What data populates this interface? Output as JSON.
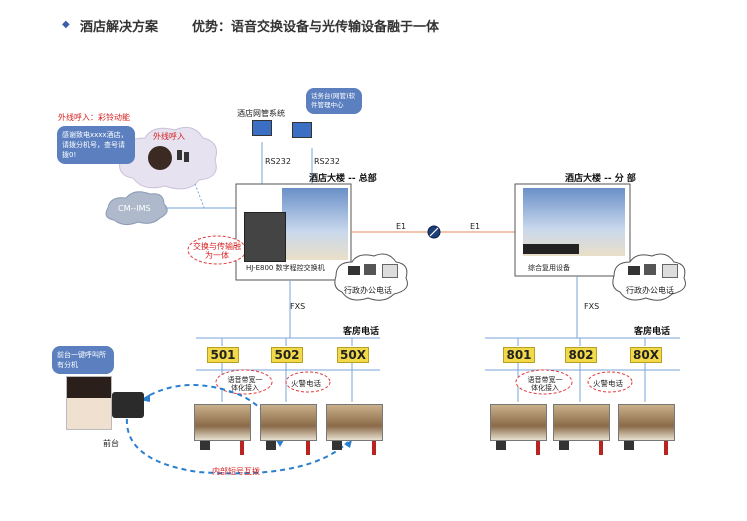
{
  "header": {
    "title": "酒店解决方案",
    "advantage": "优势：语音交换设备与光传输设备融于一体"
  },
  "outside": {
    "label": "外线呼入：彩铃动能",
    "greeting": "感谢致电xxxx酒店，请拨分机号，查号请拨0!",
    "call_in": "外线呼入",
    "cm_ims": "CM--IMS"
  },
  "network": {
    "hotel_mgmt": "酒店网管系统",
    "voice_center": "话务台(网管)软件管理中心",
    "rs232_a": "RS232",
    "rs232_b": "RS232"
  },
  "hq": {
    "title": "酒店大楼 -- 总部",
    "switch": "HJ-E800 数字程控交换机",
    "exchange": "交换与传输融为一体",
    "office": "行政办公电话",
    "fxs": "FXS",
    "guest": "客房电话",
    "rooms": [
      "501",
      "502",
      "50X"
    ],
    "voice": "语音带宽一体化接入",
    "fire": "火警电话",
    "internal": "内部短号互拨"
  },
  "link": {
    "e1_left": "E1",
    "e1_right": "E1"
  },
  "branch": {
    "title": "酒店大楼 -- 分 部",
    "device": "综合复用设备",
    "office": "行政办公电话",
    "fxs": "FXS",
    "guest": "客房电话",
    "rooms": [
      "801",
      "802",
      "80X"
    ],
    "voice": "语音带宽一体化接入",
    "fire": "火警电话"
  },
  "frontdesk": {
    "bubble": "前台一键呼叫所有分机",
    "label": "前台"
  },
  "colors": {
    "line": "#7aa6d8",
    "red": "#e23a3a",
    "dash": "#2a7fd0",
    "yellow": "#f2d94a"
  }
}
